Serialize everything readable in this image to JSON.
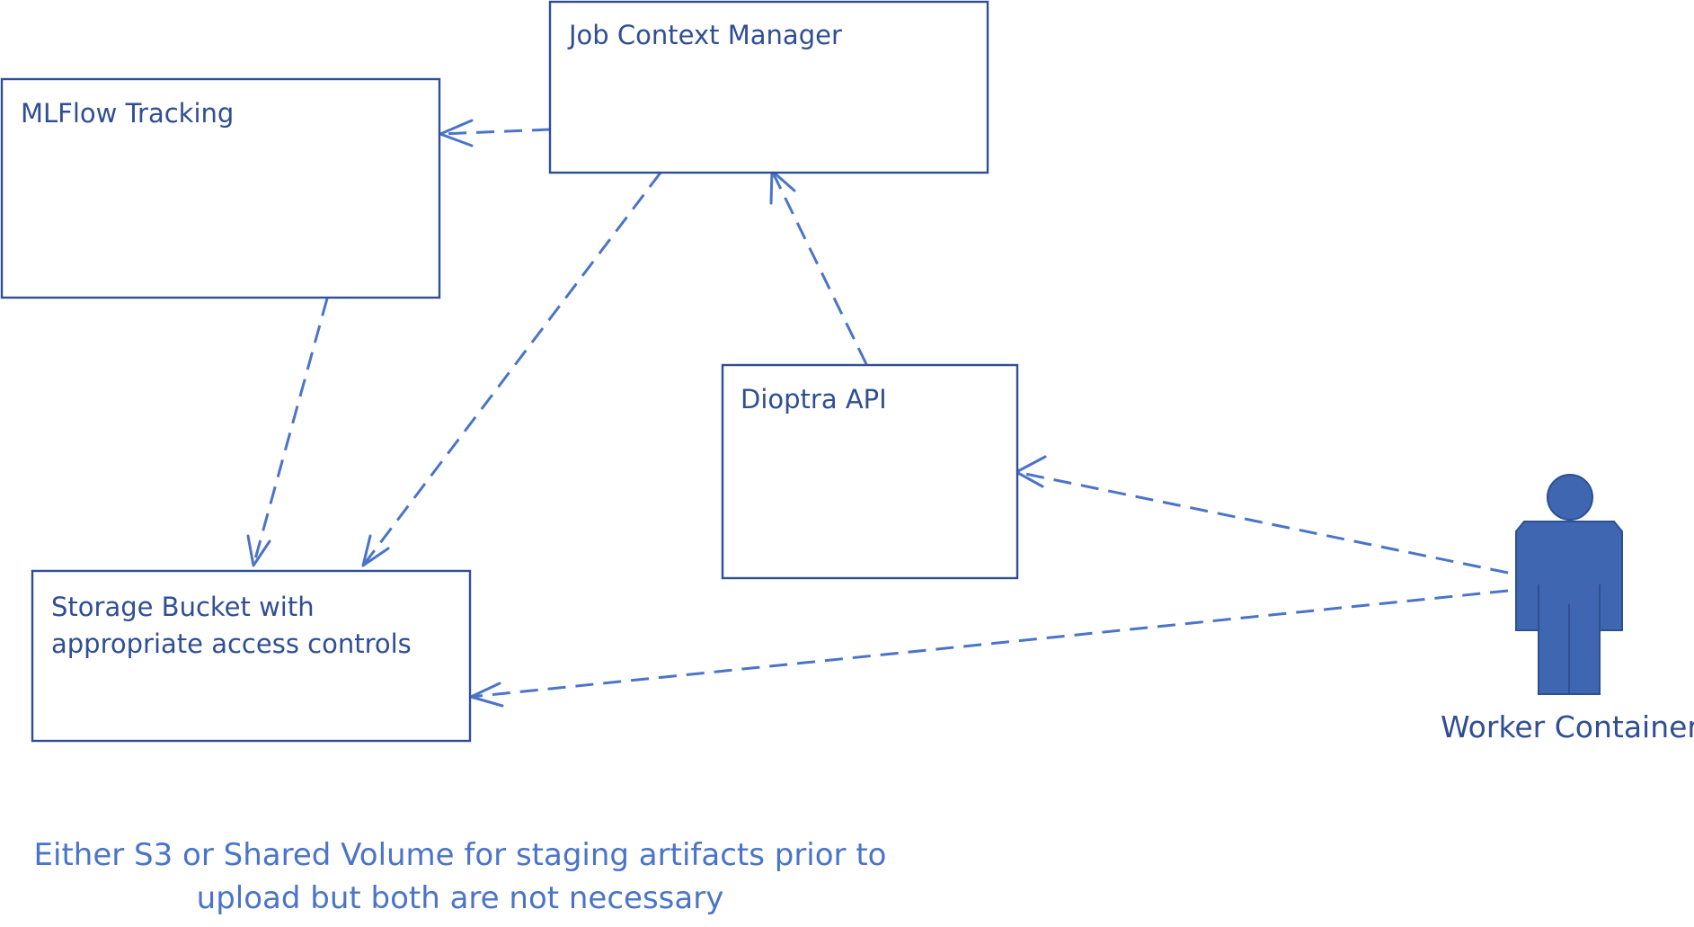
{
  "boxes": {
    "job_context_manager": {
      "label": "Job Context Manager"
    },
    "mlflow_tracking": {
      "label": "MLFlow Tracking"
    },
    "dioptra_api": {
      "label": "Dioptra API"
    },
    "storage_bucket": {
      "label_lines": [
        "Storage Bucket with",
        "appropriate access controls"
      ]
    }
  },
  "actor": {
    "label": "Worker Container"
  },
  "note": {
    "lines": [
      "Either S3 or Shared Volume for staging artifacts prior to",
      "upload but both are not necessary"
    ]
  },
  "colors": {
    "box_stroke": "#2f4e94",
    "text": "#2f4e94",
    "edge": "#4a74c9",
    "actor_fill": "#3f66b0",
    "note_text": "#4a74c9"
  }
}
